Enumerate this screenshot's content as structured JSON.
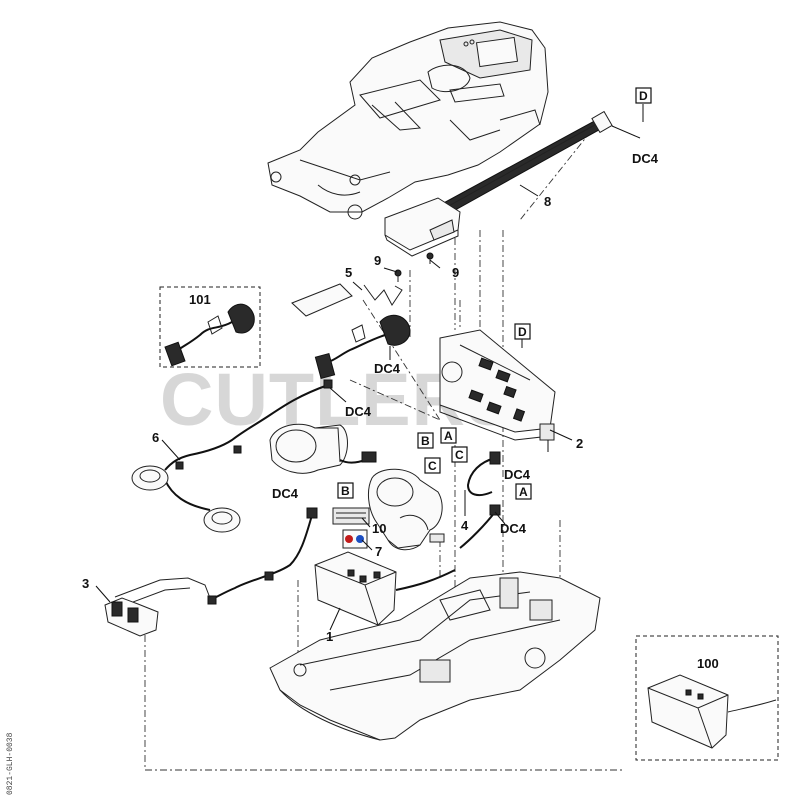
{
  "watermark": "CUTLERS",
  "image_ref": "0821-GLH-0038",
  "labels": {
    "p1": "1",
    "p2": "2",
    "p3": "3",
    "p4": "4",
    "p5": "5",
    "p6": "6",
    "p7": "7",
    "p8": "8",
    "p9a": "9",
    "p9b": "9",
    "p10": "10",
    "p100": "100",
    "p101": "101",
    "dc4_top": "DC4",
    "dc4_board": "DC4",
    "dc4_conn": "DC4",
    "dc4_left": "DC4",
    "dc4_c": "DC4",
    "dc4_a": "DC4"
  },
  "keys": {
    "D_top": "D",
    "D_board": "D",
    "B_board": "B",
    "A_board": "A",
    "C_motor": "C",
    "C_harness": "C",
    "B_lower": "B",
    "A_lower": "A"
  }
}
